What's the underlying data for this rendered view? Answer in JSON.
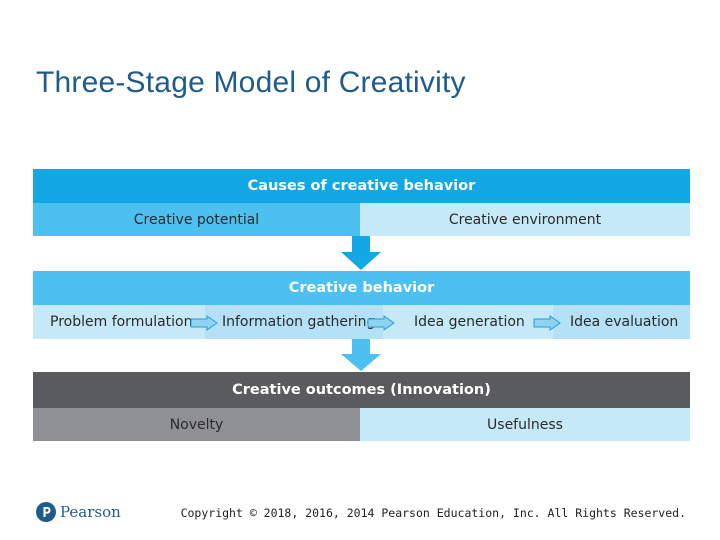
{
  "slide": {
    "title": "Three-Stage Model of Creativity"
  },
  "diagram": {
    "causes": {
      "header": "Causes of creative behavior",
      "items": [
        "Creative potential",
        "Creative environment"
      ]
    },
    "behavior": {
      "header": "Creative behavior",
      "stages": [
        "Problem formulation",
        "Information gathering",
        "Idea generation",
        "Idea evaluation"
      ]
    },
    "outcomes": {
      "header": "Creative outcomes (Innovation)",
      "items": [
        "Novelty",
        "Usefulness"
      ]
    }
  },
  "footer": {
    "logo_text": "Pearson",
    "copyright": "Copyright © 2018, 2016, 2014 Pearson Education, Inc. All Rights Reserved."
  },
  "colors": {
    "title": "#1f5c8c",
    "bright_blue": "#13a7e4",
    "mid_blue": "#4cc0ee",
    "light_blue": "#c6e9f8",
    "dark_gray": "#5a5b5d",
    "mid_gray": "#8e9093"
  }
}
